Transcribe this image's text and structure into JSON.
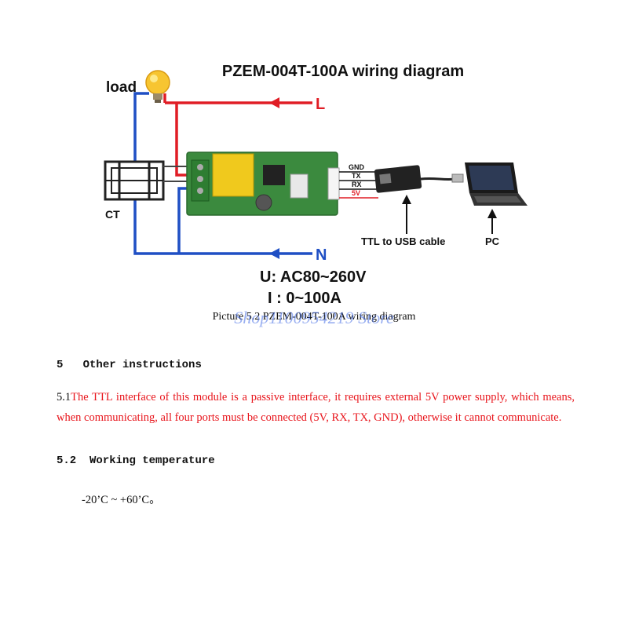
{
  "diagram": {
    "title": "PZEM-004T-100A wiring diagram",
    "load_label": "load",
    "ct_label": "CT",
    "line_label": "L",
    "neutral_label": "N",
    "pin_labels": [
      "GND",
      "TX",
      "RX",
      "5V"
    ],
    "cable_label": "TTL to USB cable",
    "pc_label": "PC",
    "voltage_spec": "U: AC80~260V",
    "current_spec": "I : 0~100A"
  },
  "caption": "Picture 5.2   PZEM-004T-100A wiring diagram",
  "watermark": "Shop1100954219 Store",
  "section5": {
    "number": "5",
    "title": "Other instructions"
  },
  "section5_1": {
    "number": "5.1",
    "text": "The TTL interface of this module is a passive interface, it requires external 5V power supply, which means, when communicating, all four ports must be connected (5V, RX, TX, GND), otherwise it cannot communicate."
  },
  "section5_2": {
    "number": "5.2",
    "title": "Working temperature"
  },
  "temperature": "-20’C ~ +60’C。",
  "colors": {
    "line": "#e01d25",
    "neutral": "#1f4fc4",
    "warning_text": "#e8141b",
    "board": "#3b8a3e"
  }
}
